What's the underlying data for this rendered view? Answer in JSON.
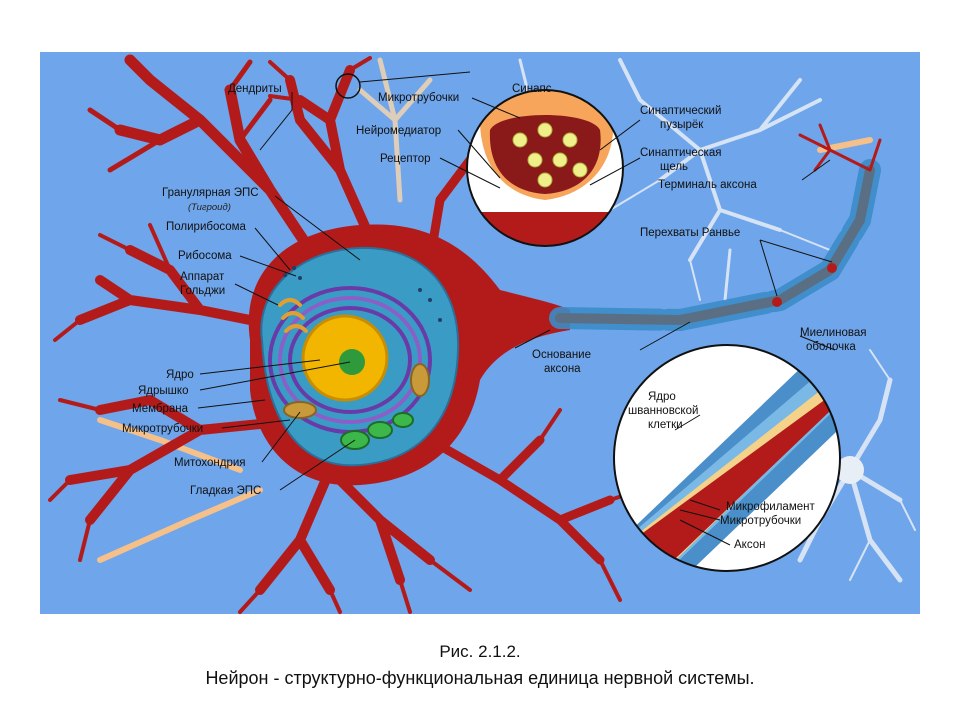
{
  "colors": {
    "background": "#6fa5ea",
    "neuron": "#b31b1b",
    "myelin": "#4a8fc9",
    "nucleus": "#f2b600",
    "nucleolus": "#2e9a3c"
  },
  "labels": {
    "dendrites": "Дендриты",
    "rough_er": "Гранулярная ЭПС",
    "rough_er_note": "(Тигроид)",
    "polyribosome": "Полирибосома",
    "ribosome": "Рибосома",
    "golgi_line1": "Аппарат",
    "golgi_line2": "Гольджи",
    "nucleus": "Ядро",
    "nucleolus": "Ядрышко",
    "membrane": "Мембрана",
    "microtubules_left": "Микротрубочки",
    "mitochondrion": "Митохондрия",
    "smooth_er": "Гладкая ЭПС",
    "synapse": "Синапс",
    "microtubules_synapse": "Микротрубочки",
    "neurotransmitter": "Нейромедиатор",
    "receptor": "Рецептор",
    "vesicle_line1": "Синаптический",
    "vesicle_line2": "пузырёк",
    "cleft_line1": "Синаптическая",
    "cleft_line2": "щель",
    "axon_terminal": "Терминаль аксона",
    "ranvier": "Перехваты Ранвье",
    "axon_hillock_line1": "Основание",
    "axon_hillock_line2": "аксона",
    "myelin_line1": "Миелиновая",
    "myelin_line2": "оболочка",
    "schwann_line1": "Ядро",
    "schwann_line2": "шванновской",
    "schwann_line3": "клетки",
    "microfilament": "Микрофиламент",
    "microtubules_axon": "Микротрубочки",
    "axon": "Аксон"
  },
  "caption": {
    "figure_number": "Рис. 2.1.2.",
    "text": "Нейрон - структурно-функциональная единица нервной системы."
  }
}
